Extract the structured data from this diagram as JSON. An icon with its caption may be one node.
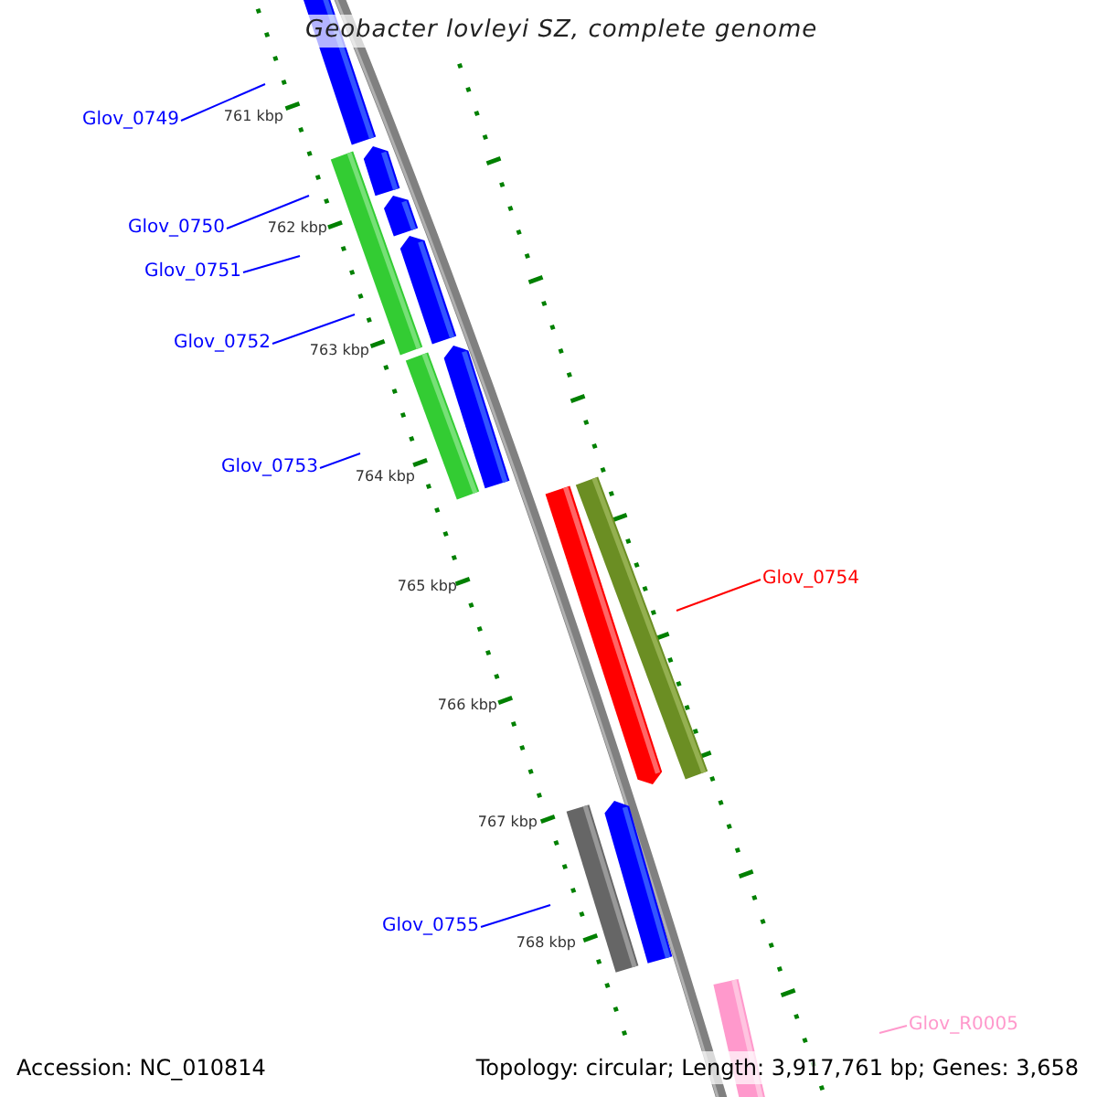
{
  "diagram": {
    "title": "Geobacter lovleyi SZ, complete genome",
    "nodes": [
      {
        "text": [
          "Glov_0749"
        ]
      },
      {
        "text": [
          "Glov_0750"
        ]
      },
      {
        "text": [
          "Glov_0751"
        ]
      },
      {
        "text": [
          "Glov_0752"
        ]
      },
      {
        "text": [
          "Glov_0753"
        ]
      },
      {
        "text": [
          "Glov_0754"
        ]
      },
      {
        "text": [
          "Glov_0755"
        ]
      },
      {
        "text": [
          "Glov_R0005"
        ]
      }
    ],
    "edges": [
      {
        "from": 0,
        "to": null,
        "arrow": "none"
      },
      {
        "from": 1,
        "to": null,
        "arrow": "none"
      },
      {
        "from": 2,
        "to": null,
        "arrow": "none"
      },
      {
        "from": 3,
        "to": null,
        "arrow": "none"
      },
      {
        "from": 4,
        "to": null,
        "arrow": "none"
      },
      {
        "from": 5,
        "to": null,
        "arrow": "none",
        "color": "#ff0000"
      },
      {
        "from": 6,
        "to": null,
        "arrow": "none"
      },
      {
        "from": 7,
        "to": null,
        "arrow": "none",
        "color": "#ff99cc"
      }
    ],
    "labels": [
      "761 kbp",
      "762 kbp",
      "763 kbp",
      "764 kbp",
      "765 kbp",
      "766 kbp",
      "767 kbp",
      "768 kbp",
      "Accession: NC_010814",
      "Topology: circular; Length: 3,917,761 bp; Genes: 3,658"
    ]
  }
}
